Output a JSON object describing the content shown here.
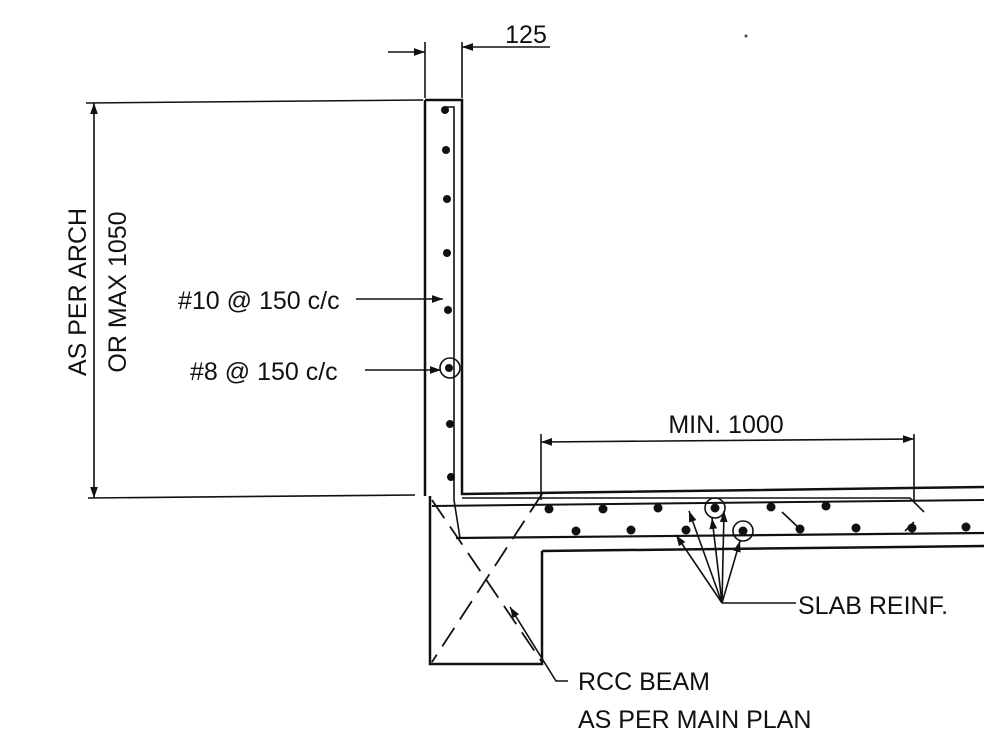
{
  "drawing": {
    "dimensions": {
      "wall_thickness": "125",
      "parapet_height_line1": "AS PER ARCH",
      "parapet_height_line2": "OR MAX 1050",
      "min_anchorage": "MIN. 1000"
    },
    "reinforcement": {
      "vertical_bars": "#10 @ 150 c/c",
      "horizontal_bars": "#8 @ 150 c/c",
      "slab": "SLAB REINF."
    },
    "beam": {
      "line1": "RCC BEAM",
      "line2": "AS PER MAIN PLAN"
    }
  },
  "colors": {
    "ink": "#111111",
    "background": "#ffffff"
  }
}
